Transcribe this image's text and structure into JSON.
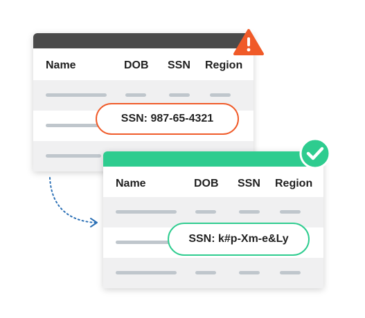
{
  "headers": [
    "Name",
    "DOB",
    "SSN",
    "Region"
  ],
  "original_card": {
    "top_color": "#4a4a4a",
    "ssn_label": "SSN: 987-65-4321",
    "pill_border": "#f05a28"
  },
  "masked_card": {
    "top_color": "#2ecc8f",
    "ssn_label": "SSN: k#p-Xm-e&Ly",
    "pill_border": "#2ecc8f"
  },
  "icons": {
    "original": "warning-icon",
    "masked": "check-icon",
    "arrow": "dotted-arrow"
  },
  "colors": {
    "warning": "#f05a28",
    "success": "#2ecc8f",
    "arrow": "#2a6fb5"
  }
}
